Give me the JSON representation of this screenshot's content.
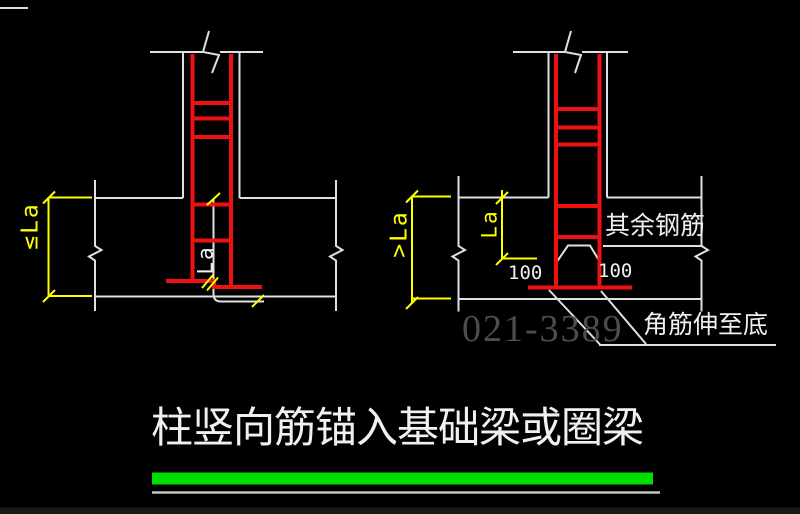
{
  "colors": {
    "bg": "#000000",
    "line": "#e0e0e0",
    "rebar": "#ee1111",
    "dim": "#ffff00",
    "green": "#00dd00",
    "gray-line": "#c4c4c4",
    "watermark": "#4d4d4d",
    "text": "#f0f0f0"
  },
  "title": {
    "text": "柱竖向筋锚入基础梁或圈梁"
  },
  "watermark": {
    "text": "021-3389"
  },
  "left_diagram": {
    "outer_dim": "≤La",
    "inner_dim": "La"
  },
  "right_diagram": {
    "outer_dim": ">La",
    "inner_dim": "La",
    "hook_left": "100",
    "hook_right": "100",
    "other_bars": "其余钢筋",
    "corner_note": "角筋伸至底"
  }
}
